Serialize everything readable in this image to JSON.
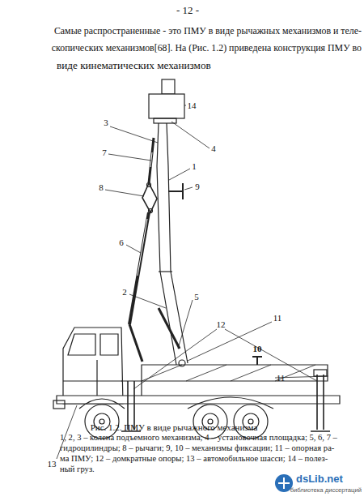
{
  "diagram": {
    "caption": "Рис. 1.2. ПМУ в виде рычажного механизма",
    "labels": [
      "- 12 -",
      "Самые распространенные - это ПМУ в виде рычажных механизмов и теле-",
      "скопических механизмов[68]. На (Рис. 1.2) приведена конструкция ПМУ во",
      "виде кинематических механизмов",
      "14",
      "3",
      "4",
      "7",
      "1",
      "8",
      "9",
      "6",
      "2",
      "5",
      "11",
      "12",
      "10",
      "11",
      "13",
      "1, 2, 3 – колена подъемного механизма; 4 – установочная площадка; 5, 6, 7 –",
      "гидроцилиндры; 8 – рычаги; 9, 10 – механизмы фиксации; 11 – опорная ра-",
      "ма ПМУ; 12 – домкратные опоры; 13 – автомобильное шасси; 14 – полез-",
      "ный груз.",
      "dsLib.net",
      "библиотека диссертаций"
    ]
  }
}
